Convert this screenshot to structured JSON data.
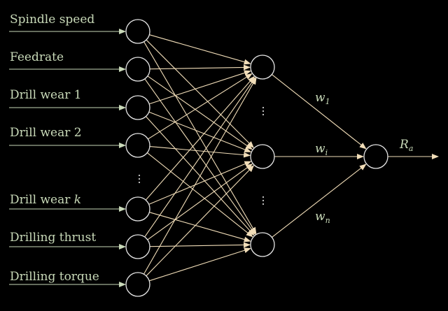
{
  "inputs": [
    {
      "text": "Spindle speed",
      "italic": ""
    },
    {
      "text": "Feedrate",
      "italic": ""
    },
    {
      "text": "Drill wear 1",
      "italic": ""
    },
    {
      "text": "Drill wear 2",
      "italic": ""
    },
    {
      "text": "Drill wear ",
      "italic": "k"
    },
    {
      "text": "Drilling thrust",
      "italic": ""
    },
    {
      "text": "Drilling torque",
      "italic": ""
    }
  ],
  "weights": [
    {
      "base": "w",
      "sub": "1"
    },
    {
      "base": "w",
      "sub": "i"
    },
    {
      "base": "w",
      "sub": "n"
    }
  ],
  "output": {
    "base": "R",
    "sub": "a"
  }
}
